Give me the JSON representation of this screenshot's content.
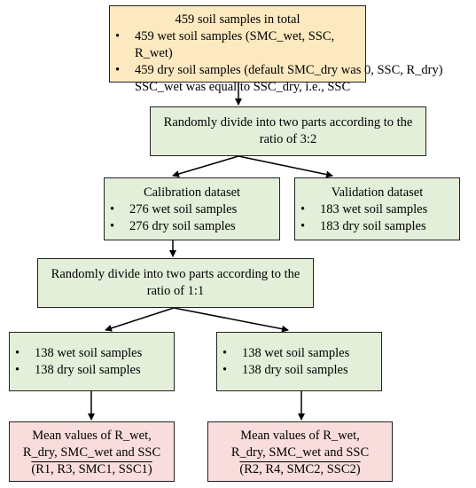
{
  "top": {
    "title": "459 soil samples in total",
    "bullet1": "459 wet soil samples (SMC_wet, SSC, R_wet)",
    "bullet2": "459 dry soil samples (default SMC_dry was 0, SSC, R_dry)",
    "note": "SSC_wet was equal to SSC_dry, i.e., SSC"
  },
  "split1": {
    "line1": "Randomly divide into two parts according to the",
    "line2": "ratio of 3:2"
  },
  "calibration": {
    "title": "Calibration dataset",
    "bullet1": "276 wet soil samples",
    "bullet2": "276 dry soil samples"
  },
  "validation": {
    "title": "Validation dataset",
    "bullet1": "183 wet soil samples",
    "bullet2": "183 dry soil samples"
  },
  "split2": {
    "line1": "Randomly divide into two parts according to the",
    "line2": "ratio of 1:1"
  },
  "left_part": {
    "bullet1": "138 wet soil samples",
    "bullet2": "138 dry soil samples"
  },
  "right_part": {
    "bullet1": "138 wet soil samples",
    "bullet2": "138 dry soil samples"
  },
  "left_result": {
    "line1": "Mean values of R_wet,",
    "line2": "R_dry, SMC_wet and SSC",
    "line3": "(R1, R3, SMC1, SSC1)"
  },
  "right_result": {
    "line1": "Mean values of R_wet,",
    "line2": "R_dry, SMC_wet and SSC",
    "line3": "(R2, R4, SMC2, SSC2)"
  },
  "colors": {
    "top_fill": "#fde9c0",
    "process_fill": "#e3efd9",
    "result_fill": "#f9dcdc",
    "border": "#222222"
  }
}
